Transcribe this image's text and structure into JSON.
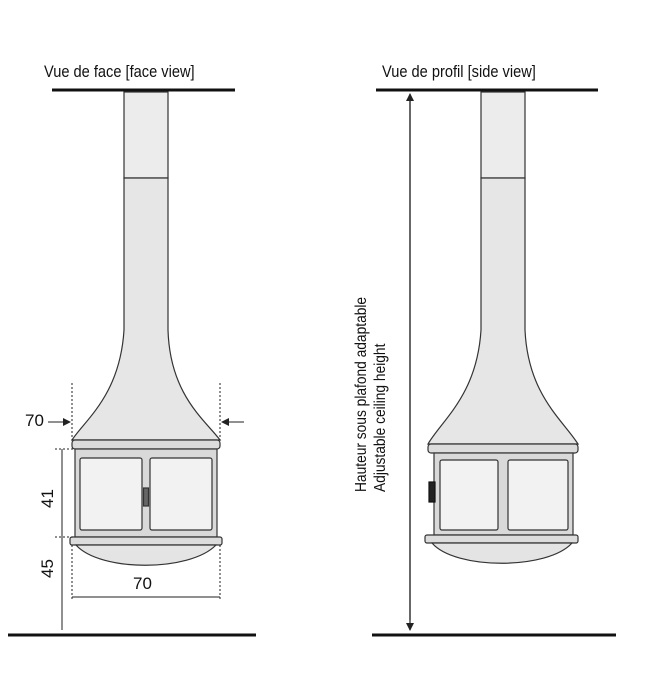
{
  "views": {
    "face_title": "Vue de face [face view]",
    "side_title": "Vue de profil [side view]"
  },
  "dimensions": {
    "flue_offset": "70",
    "glass_height": "41",
    "base_height": "45",
    "body_width": "70"
  },
  "ceiling_note": {
    "line1": "Hauteur sous plafond adaptable",
    "line2": "Adjustable ceiling height"
  },
  "colors": {
    "line": "#111111",
    "body_fill": "#e8e8e8",
    "glass_fill": "#f2f2f2",
    "dim_line": "#222222"
  }
}
